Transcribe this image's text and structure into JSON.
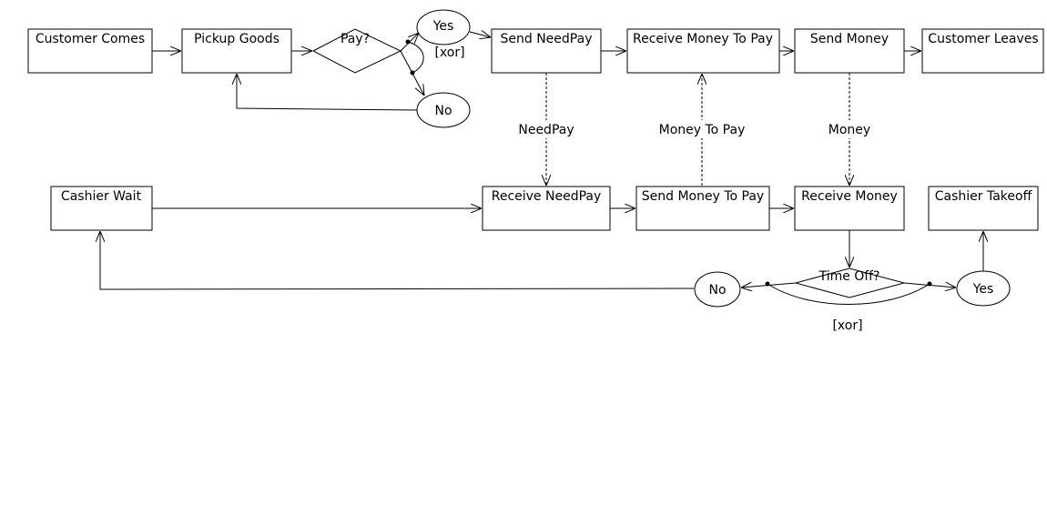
{
  "nodes": {
    "customer_comes": "Customer Comes",
    "pickup_goods": "Pickup Goods",
    "pay_decision": "Pay?",
    "pay_yes": "Yes",
    "pay_no": "No",
    "pay_xor": "[xor]",
    "send_needpay": "Send NeedPay",
    "receive_money_to_pay": "Receive Money To Pay",
    "send_money": "Send Money",
    "customer_leaves": "Customer Leaves",
    "cashier_wait": "Cashier Wait",
    "receive_needpay": "Receive NeedPay",
    "send_money_to_pay": "Send Money To Pay",
    "receive_money": "Receive Money",
    "cashier_takeoff": "Cashier Takeoff",
    "timeoff_decision": "Time Off?",
    "timeoff_yes": "Yes",
    "timeoff_no": "No",
    "timeoff_xor": "[xor]"
  },
  "messages": {
    "needpay": "NeedPay",
    "money_to_pay": "Money To Pay",
    "money": "Money"
  }
}
